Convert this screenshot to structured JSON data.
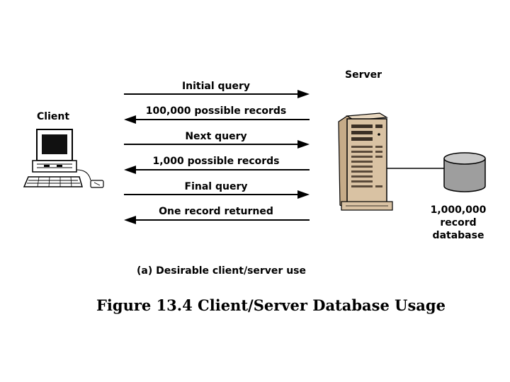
{
  "labels": {
    "client": "Client",
    "server": "Server",
    "database": [
      "1,000,000",
      "record",
      "database"
    ]
  },
  "messages": [
    {
      "text": "Initial query",
      "direction": "to-server"
    },
    {
      "text": "100,000 possible records",
      "direction": "to-client"
    },
    {
      "text": "Next query",
      "direction": "to-server"
    },
    {
      "text": "1,000 possible records",
      "direction": "to-client"
    },
    {
      "text": "Final query",
      "direction": "to-server"
    },
    {
      "text": "One record returned",
      "direction": "to-client"
    }
  ],
  "captions": {
    "sub": "(a)  Desirable client/server use",
    "main": "Figure 13.4 Client/Server Database Usage"
  },
  "colors": {
    "server_body": "#d9c2a3",
    "line": "#000000"
  }
}
